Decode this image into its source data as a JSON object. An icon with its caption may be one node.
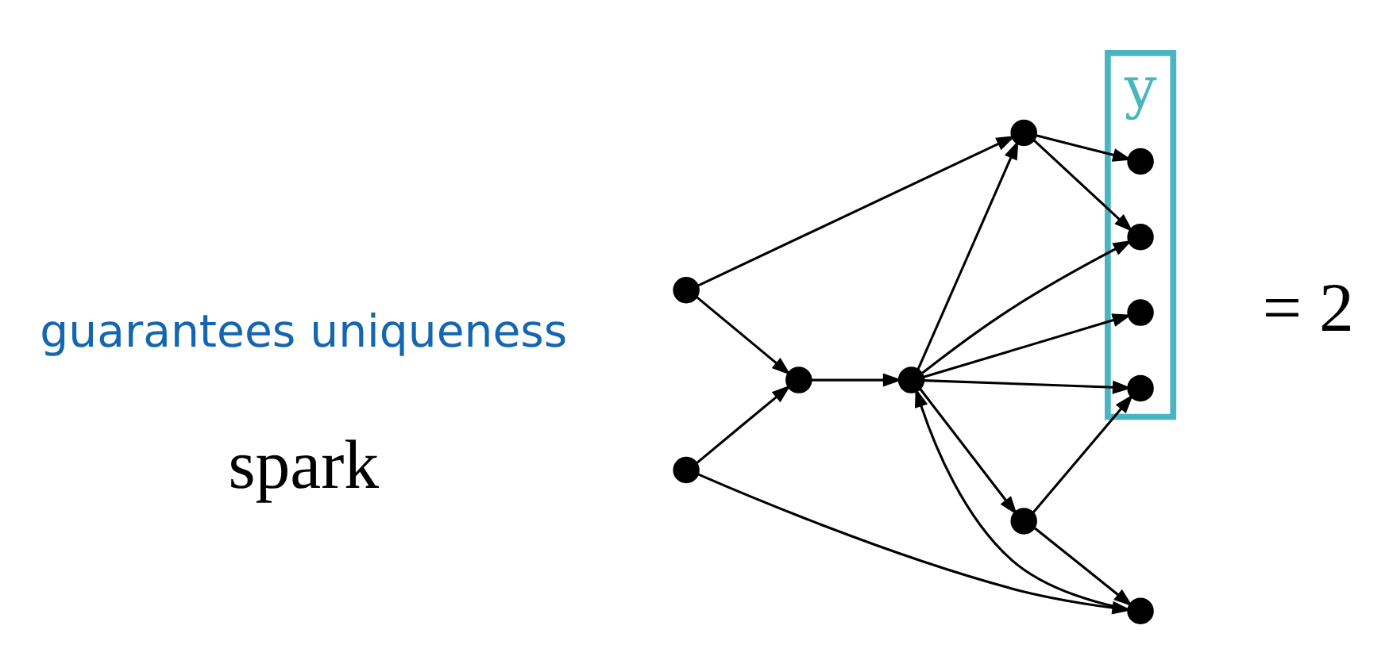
{
  "diagram": {
    "nodes": [
      {
        "text": [
          "y"
        ]
      },
      {
        "text": [],
        "shape": "circle"
      },
      {
        "text": [],
        "shape": "circle"
      },
      {
        "text": [],
        "shape": "circle"
      },
      {
        "text": [],
        "shape": "circle"
      },
      {
        "text": [],
        "shape": "circle"
      },
      {
        "text": [],
        "shape": "circle"
      },
      {
        "text": [],
        "shape": "circle"
      },
      {
        "text": [],
        "shape": "circle",
        "in": 0
      },
      {
        "text": [],
        "shape": "circle",
        "in": 0
      },
      {
        "text": [],
        "shape": "circle",
        "in": 0
      },
      {
        "text": [],
        "shape": "circle",
        "in": 0
      }
    ],
    "edges": [
      {
        "from": 2,
        "to": 5,
        "arrow": "to"
      },
      {
        "from": 2,
        "to": 3,
        "arrow": "to"
      },
      {
        "from": 1,
        "to": 3,
        "arrow": "to"
      },
      {
        "from": 1,
        "to": 4,
        "arrow": "to"
      },
      {
        "from": 3,
        "to": 6,
        "arrow": "to"
      },
      {
        "from": 4,
        "to": 6,
        "arrow": "to"
      },
      {
        "from": 7,
        "to": 4,
        "arrow": "to"
      },
      {
        "from": 7,
        "to": 11,
        "arrow": "to"
      },
      {
        "from": 6,
        "to": 5,
        "arrow": "to"
      },
      {
        "from": 6,
        "to": 7,
        "arrow": "to"
      },
      {
        "from": 6,
        "to": 11,
        "arrow": "to"
      },
      {
        "from": 6,
        "to": 9,
        "arrow": "to"
      },
      {
        "from": 6,
        "to": 10,
        "arrow": "to"
      },
      {
        "from": 5,
        "to": 8,
        "arrow": "to"
      },
      {
        "from": 5,
        "to": 9,
        "arrow": "to"
      }
    ],
    "labels": [
      "guarantees uniqueness",
      "spark",
      "= 2"
    ]
  }
}
